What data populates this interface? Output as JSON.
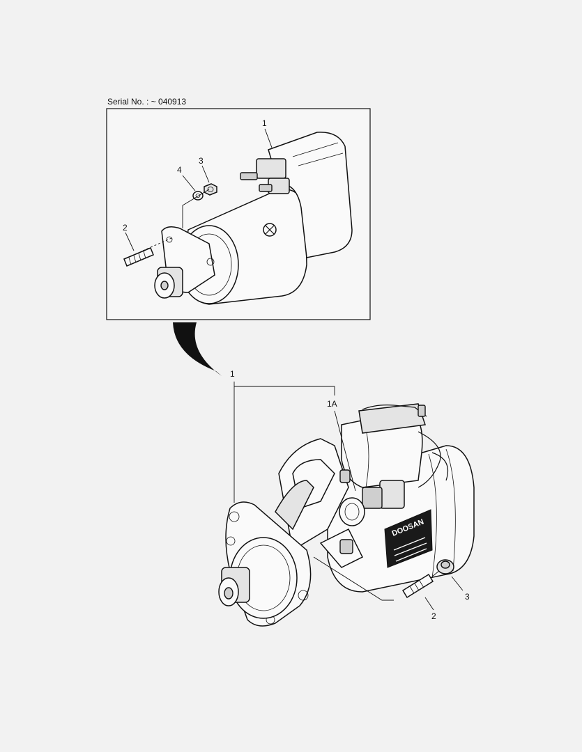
{
  "header": {
    "serial_label": "Serial No. : ~ 040913"
  },
  "old_view": {
    "callouts": {
      "starter": "1",
      "stud": "2",
      "nut": "3",
      "washer": "4"
    }
  },
  "new_view": {
    "callouts": {
      "starter": "1",
      "solenoid": "1A",
      "stud": "2",
      "nut": "3"
    },
    "nameplate_brand": "DOOSAN"
  }
}
